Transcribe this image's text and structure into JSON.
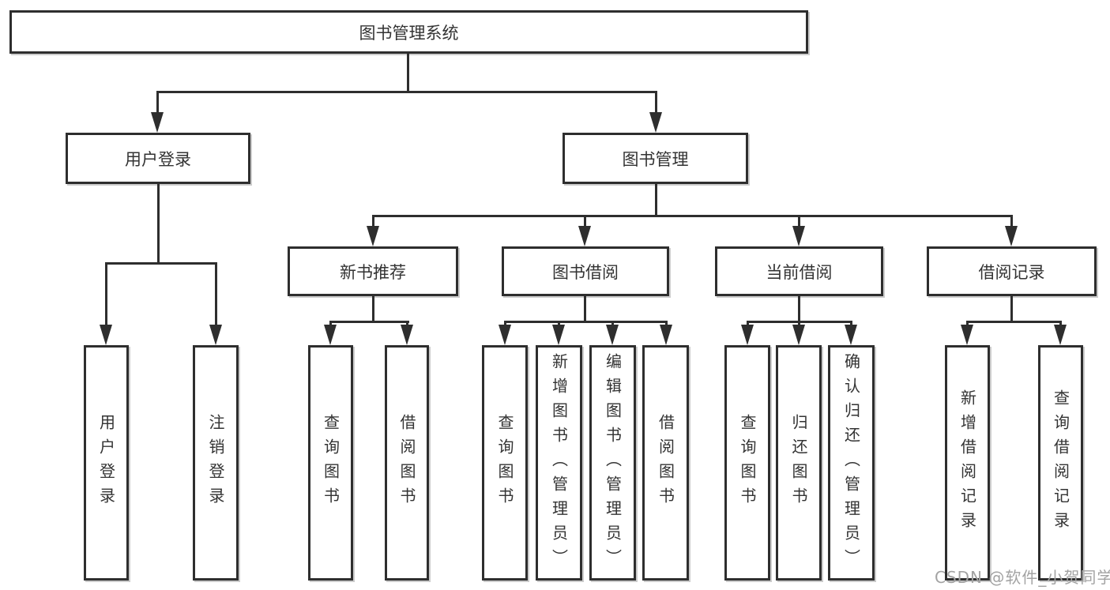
{
  "diagram": {
    "root": {
      "label": "图书管理系统"
    },
    "level2": [
      {
        "label": "用户登录"
      },
      {
        "label": "图书管理"
      }
    ],
    "level3": [
      {
        "label": "新书推荐"
      },
      {
        "label": "图书借阅"
      },
      {
        "label": "当前借阅"
      },
      {
        "label": "借阅记录"
      }
    ],
    "leaves": {
      "user_login": [
        {
          "label": "用户登录"
        },
        {
          "label": "注销登录"
        }
      ],
      "new_books": [
        {
          "label": "查询图书"
        },
        {
          "label": "借阅图书"
        }
      ],
      "book_borrow": [
        {
          "label": "查询图书"
        },
        {
          "label": "新增图书（管理员）"
        },
        {
          "label": "编辑图书（管理员）"
        },
        {
          "label": "借阅图书"
        }
      ],
      "current_borrow": [
        {
          "label": "查询图书"
        },
        {
          "label": "归还图书"
        },
        {
          "label": "确认归还（管理员）"
        }
      ],
      "borrow_records": [
        {
          "label": "新增借阅记录"
        },
        {
          "label": "查询借阅记录"
        }
      ]
    },
    "colors": {
      "line": "#2e2e2e",
      "box_border": "#2e2e2e",
      "text": "#333333",
      "background": "#ffffff",
      "watermark": "#a3a3a3"
    }
  },
  "watermark": {
    "text": "CSDN @软件_小贺同学"
  }
}
